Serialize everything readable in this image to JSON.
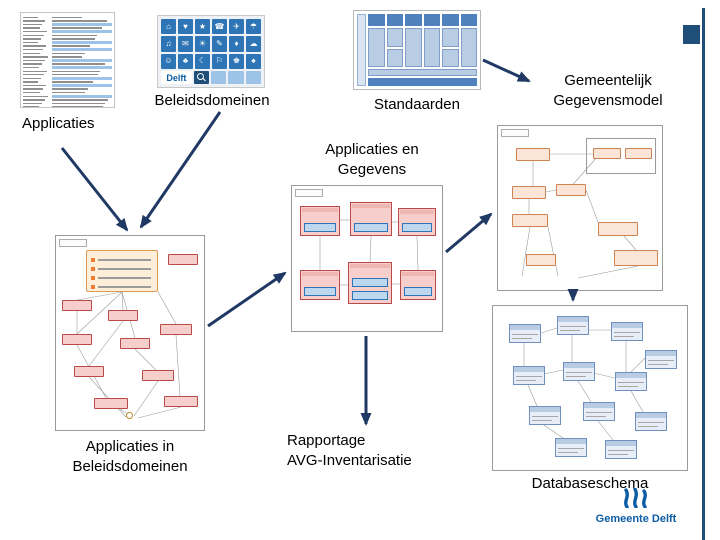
{
  "slide": {
    "background": "#ffffff",
    "accent_color": "#1f4e79",
    "arrow_color": "#1f3864"
  },
  "labels": {
    "applicaties": "Applicaties",
    "beleidsdomeinen": "Beleidsdomeinen",
    "standaarden": "Standaarden",
    "gemeentelijk_gegevensmodel_line1": "Gemeentelijk",
    "gemeentelijk_gegevensmodel_line2": "Gegevensmodel",
    "applicaties_en_gegevens_line1": "Applicaties en",
    "applicaties_en_gegevens_line2": "Gegevens",
    "applicaties_in_beleidsdomeinen_line1": "Applicaties in",
    "applicaties_in_beleidsdomeinen_line2": "Beleidsdomeinen",
    "rapportage_line1": "Rapportage",
    "rapportage_line2": "AVG-Inventarisatie",
    "databaseschema": "Databaseschema"
  },
  "logo": {
    "text": "Gemeente Delft",
    "color": "#0c5da5"
  },
  "beleidsdomeinen_panel": {
    "delft_text": "Delft",
    "icons": [
      {
        "name": "home-icon",
        "glyph": "⌂"
      },
      {
        "name": "heart-icon",
        "glyph": "♥"
      },
      {
        "name": "star-icon",
        "glyph": "★"
      },
      {
        "name": "phone-icon",
        "glyph": "☎"
      },
      {
        "name": "plane-icon",
        "glyph": "✈"
      },
      {
        "name": "umbrella-icon",
        "glyph": "☂"
      },
      {
        "name": "music-icon",
        "glyph": "♫"
      },
      {
        "name": "mail-icon",
        "glyph": "✉"
      },
      {
        "name": "sun-icon",
        "glyph": "☀"
      },
      {
        "name": "pencil-icon",
        "glyph": "✎"
      },
      {
        "name": "diamond-icon",
        "glyph": "♦"
      },
      {
        "name": "cloud-icon",
        "glyph": "☁"
      },
      {
        "name": "smiley-icon",
        "glyph": "☺"
      },
      {
        "name": "club-icon",
        "glyph": "♣"
      },
      {
        "name": "moon-icon",
        "glyph": "☾"
      },
      {
        "name": "flag-icon",
        "glyph": "⚐"
      },
      {
        "name": "crown-icon",
        "glyph": "♚"
      },
      {
        "name": "spade-icon",
        "glyph": "♠"
      }
    ]
  },
  "applicaties_panel": {
    "row_count": 26,
    "highlighted_rows": [
      2,
      4,
      7,
      9,
      12,
      14,
      17,
      19,
      22
    ]
  }
}
